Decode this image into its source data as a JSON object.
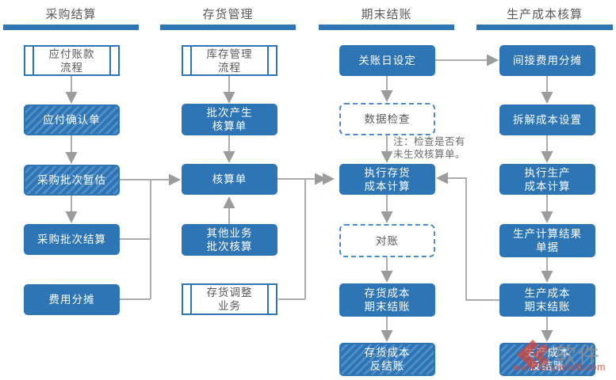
{
  "headers": [
    "采购结算",
    "存货管理",
    "期末结账",
    "生产成本核算"
  ],
  "nodes": {
    "payable_flow": {
      "lines": [
        "应付账款",
        "流程"
      ]
    },
    "payable_confirm": {
      "lines": [
        "应付确认单"
      ]
    },
    "purchase_batch_estimate": {
      "lines": [
        "采购批次暂估"
      ]
    },
    "purchase_batch_settle": {
      "lines": [
        "采购批次结算"
      ]
    },
    "expense_allocation": {
      "lines": [
        "费用分摊"
      ]
    },
    "inventory_flow": {
      "lines": [
        "库存管理",
        "流程"
      ]
    },
    "batch_generate_voucher": {
      "lines": [
        "批次产生",
        "核算单"
      ]
    },
    "voucher": {
      "lines": [
        "核算单"
      ]
    },
    "other_biz_batch": {
      "lines": [
        "其他业务",
        "批次核算"
      ]
    },
    "inventory_adjust": {
      "lines": [
        "存货调整",
        "业务"
      ]
    },
    "closing_date": {
      "lines": [
        "关账日设定"
      ]
    },
    "data_check": {
      "lines": [
        "数据检查"
      ]
    },
    "run_inventory_cost": {
      "lines": [
        "执行存货",
        "成本计算"
      ]
    },
    "reconcile": {
      "lines": [
        "对账"
      ]
    },
    "inv_cost_close": {
      "lines": [
        "存货成本",
        "期末结账"
      ]
    },
    "inv_cost_reverse": {
      "lines": [
        "存货成本",
        "反结账"
      ]
    },
    "indirect_allocation": {
      "lines": [
        "间接费用分摊"
      ]
    },
    "split_cost_setting": {
      "lines": [
        "拆解成本设置"
      ]
    },
    "run_production_cost": {
      "lines": [
        "执行生产",
        "成本计算"
      ]
    },
    "prod_result_doc": {
      "lines": [
        "生产计算结果",
        "单据"
      ]
    },
    "prod_cost_close": {
      "lines": [
        "生产成本",
        "期末结账"
      ]
    },
    "prod_cost_reverse": {
      "lines": [
        "生产成本",
        "反结账"
      ]
    }
  },
  "note": {
    "line1": "注：检查是否有",
    "line2": "未生效核算单。"
  },
  "watermark": {
    "text": "软件",
    "url": "www.fanpusoft.com"
  },
  "colors": {
    "primary_blue": "#2E75B6",
    "hatch_light_blue": "#5590CB",
    "dashed_border_blue": "#4E8BC8",
    "connector_gray": "#ACACAC",
    "text_gray": "#595959",
    "watermark_red": "#C64B40",
    "watermark_gray": "#8F8F8F"
  }
}
